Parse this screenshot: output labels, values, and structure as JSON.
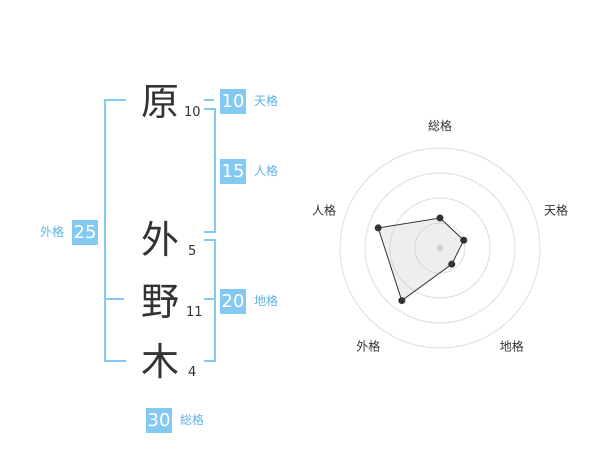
{
  "name_chars": [
    {
      "char": "原",
      "strokes": "10"
    },
    {
      "char": "外",
      "strokes": "5"
    },
    {
      "char": "野",
      "strokes": "11"
    },
    {
      "char": "木",
      "strokes": "4"
    }
  ],
  "scores": {
    "tenkaku": {
      "value": "10",
      "label": "天格"
    },
    "jinkaku": {
      "value": "15",
      "label": "人格"
    },
    "chikaku": {
      "value": "20",
      "label": "地格"
    },
    "gaikaku": {
      "value": "25",
      "label": "外格"
    },
    "soukaku": {
      "value": "30",
      "label": "総格"
    }
  },
  "colors": {
    "accent": "#84c9f1",
    "label": "#5fb3e6",
    "text": "#333333"
  },
  "chart_data": {
    "type": "radar",
    "axes": [
      "総格",
      "天格",
      "地格",
      "外格",
      "人格"
    ],
    "values": [
      0.3,
      0.25,
      0.2,
      0.65,
      0.65
    ],
    "range": [
      0,
      1
    ],
    "grid_rings": 4
  }
}
